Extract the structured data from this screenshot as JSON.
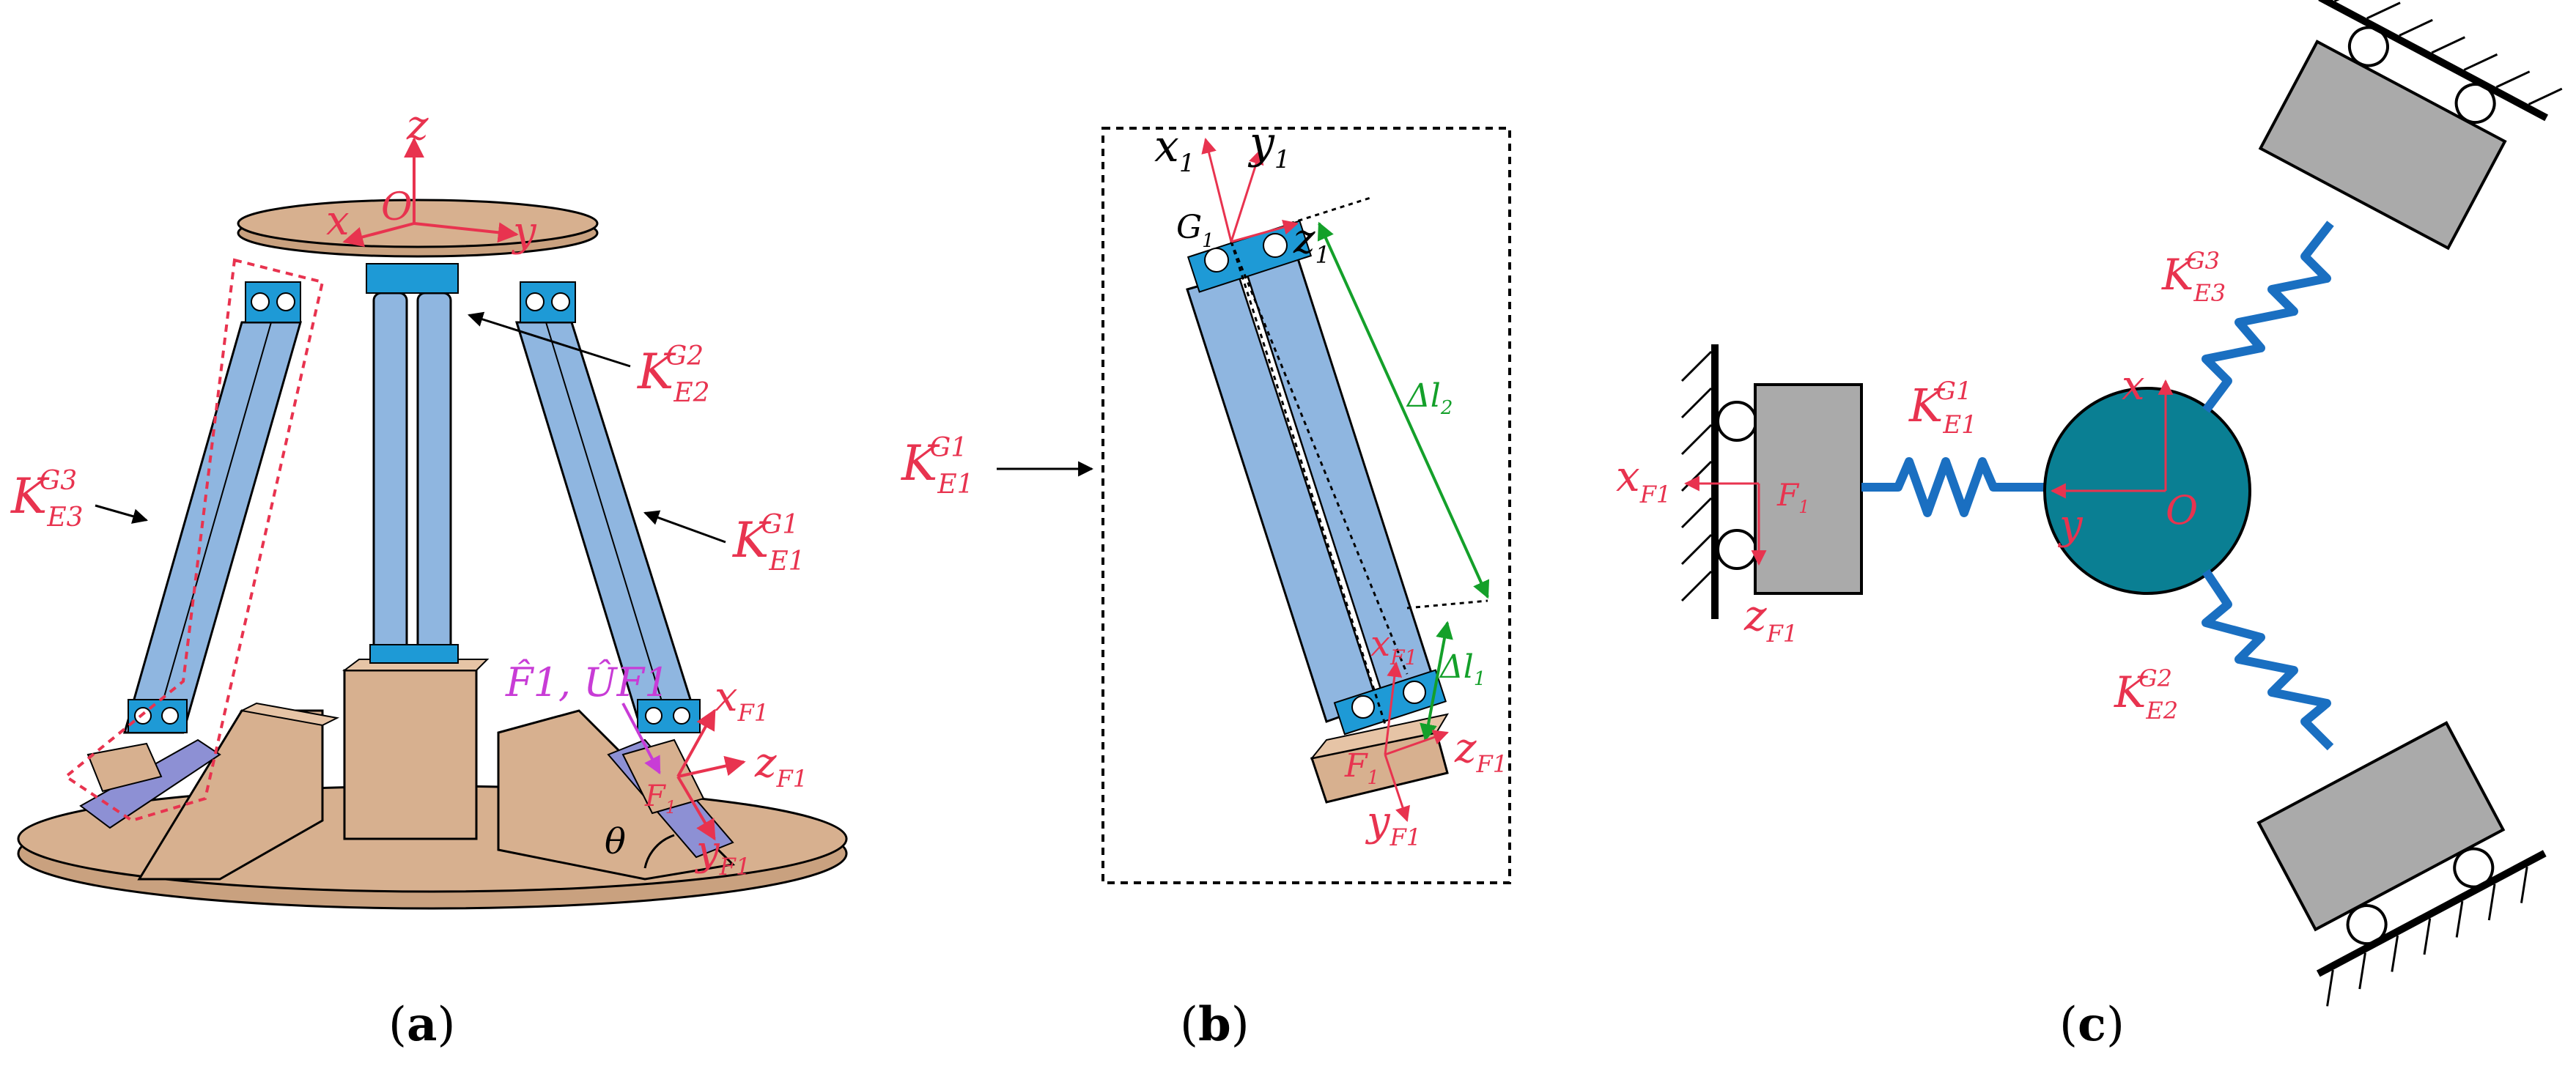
{
  "colors": {
    "label_red": "#e8334f",
    "leg_blue": "#8fb6e0",
    "joint_blue": "#1e9ad6",
    "base_tan": "#d7b08f",
    "rigid_teal": "#0a7f93",
    "spring_blue": "#1a6fc1",
    "block_gray": "#aaaaaa",
    "dim_green": "#14a02a",
    "force_magenta": "#c83cd6"
  },
  "panel_a": {
    "caption": "(a)",
    "axis_z": "z",
    "axis_x": "x",
    "axis_y": "y",
    "origin": "O",
    "k_e2": "K",
    "k_e2_sup": "G2",
    "k_e2_sub": "E2",
    "k_e3": "K",
    "k_e3_sup": "G3",
    "k_e3_sub": "E3",
    "k_e1": "K",
    "k_e1_sup": "G1",
    "k_e1_sub": "E1",
    "force_label": "F̂1, ÛF1",
    "xf": "x",
    "xf_sub": "F1",
    "zf": "z",
    "zf_sub": "F1",
    "yf": "y",
    "yf_sub": "F1",
    "f1": "F",
    "f1_sub": "1",
    "theta": "θ"
  },
  "panel_b": {
    "caption": "(b)",
    "k_e1": "K",
    "k_e1_sup": "G1",
    "k_e1_sub": "E1",
    "x1": "x",
    "x1_sub": "1",
    "y1": "y",
    "y1_sub": "1",
    "z1": "z",
    "z1_sub": "1",
    "g1": "G",
    "g1_sub": "1",
    "dl2": "Δl",
    "dl2_sub": "2",
    "dl1": "Δl",
    "dl1_sub": "1",
    "xf": "x",
    "xf_sub": "F1",
    "zf": "z",
    "zf_sub": "F1",
    "yf": "y",
    "yf_sub": "F1",
    "f1": "F",
    "f1_sub": "1"
  },
  "panel_c": {
    "caption": "(c)",
    "k_e1": "K",
    "k_e1_sup": "G1",
    "k_e1_sub": "E1",
    "k_e2": "K",
    "k_e2_sup": "G2",
    "k_e2_sub": "E2",
    "k_e3": "K",
    "k_e3_sup": "G3",
    "k_e3_sub": "E3",
    "x": "x",
    "y": "y",
    "origin": "O",
    "f1": "F",
    "f1_sub": "1",
    "xf": "x",
    "xf_sub": "F1",
    "zf": "z",
    "zf_sub": "F1"
  }
}
